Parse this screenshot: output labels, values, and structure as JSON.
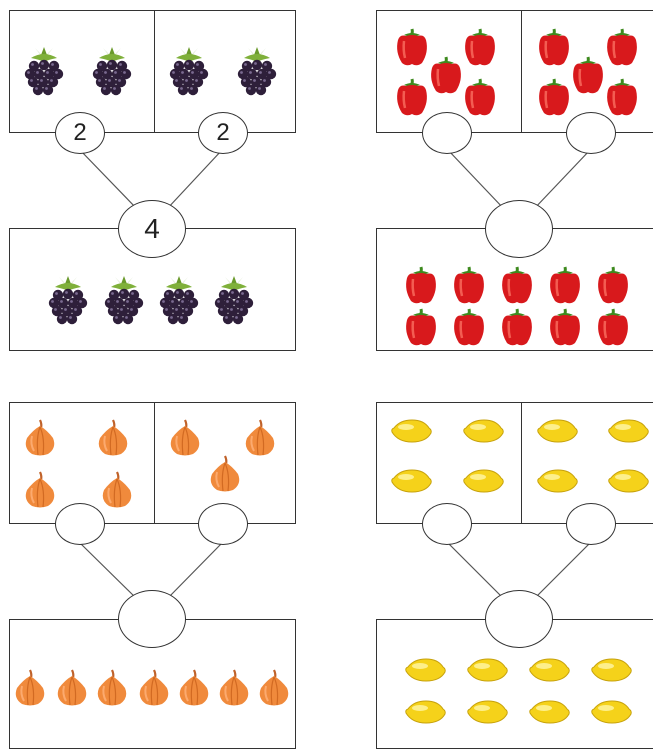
{
  "colors": {
    "line": "#555555",
    "blackberry": "#2e1f3a",
    "pepper": "#d8191c",
    "onion": "#f08a3c",
    "lemon": "#f5d21a"
  },
  "panels": [
    {
      "fruit_icon": "blackberry-icon",
      "left_count": 2,
      "right_count": 2,
      "total_count": 4,
      "left_label": "2",
      "right_label": "2",
      "total_label": "4"
    },
    {
      "fruit_icon": "red-pepper-icon",
      "left_count": 5,
      "right_count": 5,
      "total_count": 10,
      "left_label": "",
      "right_label": "",
      "total_label": ""
    },
    {
      "fruit_icon": "onion-icon",
      "left_count": 4,
      "right_count": 3,
      "total_count": 7,
      "left_label": "",
      "right_label": "",
      "total_label": ""
    },
    {
      "fruit_icon": "lemon-icon",
      "left_count": 4,
      "right_count": 4,
      "total_count": 8,
      "left_label": "",
      "right_label": "",
      "total_label": ""
    }
  ]
}
